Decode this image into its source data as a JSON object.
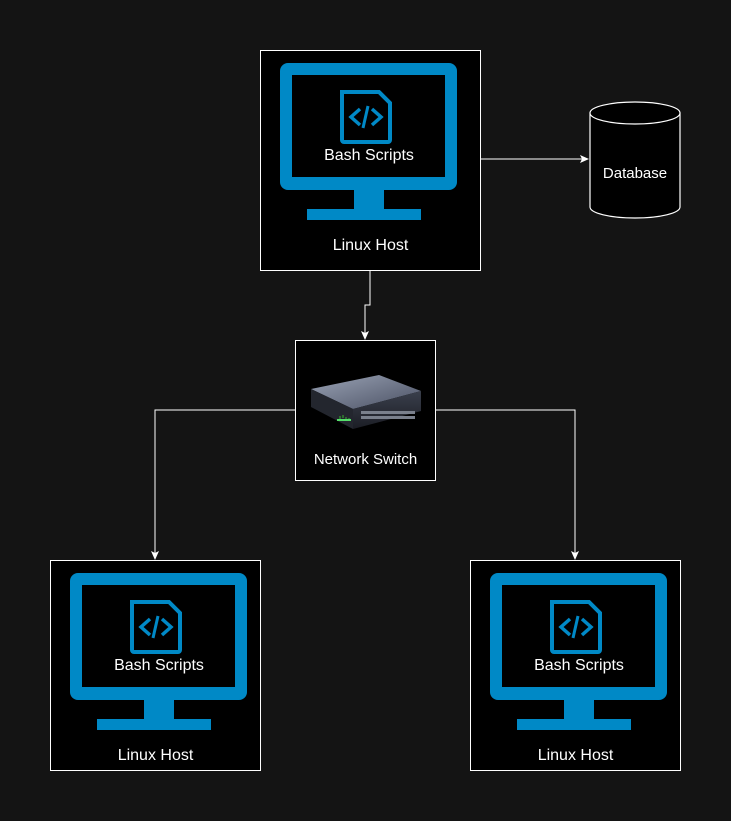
{
  "colors": {
    "background": "#141414",
    "node_fill": "#000000",
    "node_border": "#ffffff",
    "monitor": "#0089c6",
    "text": "#ffffff"
  },
  "nodes": {
    "top_host": {
      "label": "Linux Host",
      "screen_text": "Bash Scripts",
      "icon": "code-file-icon"
    },
    "database": {
      "label": "Database",
      "icon": "database-cylinder-icon"
    },
    "switch": {
      "label": "Network Switch",
      "icon": "network-switch-icon"
    },
    "left_host": {
      "label": "Linux Host",
      "screen_text": "Bash Scripts",
      "icon": "code-file-icon"
    },
    "right_host": {
      "label": "Linux Host",
      "screen_text": "Bash Scripts",
      "icon": "code-file-icon"
    }
  },
  "edges": [
    {
      "from": "top_host",
      "to": "database"
    },
    {
      "from": "top_host",
      "to": "switch"
    },
    {
      "from": "switch",
      "to": "left_host"
    },
    {
      "from": "switch",
      "to": "right_host"
    }
  ]
}
